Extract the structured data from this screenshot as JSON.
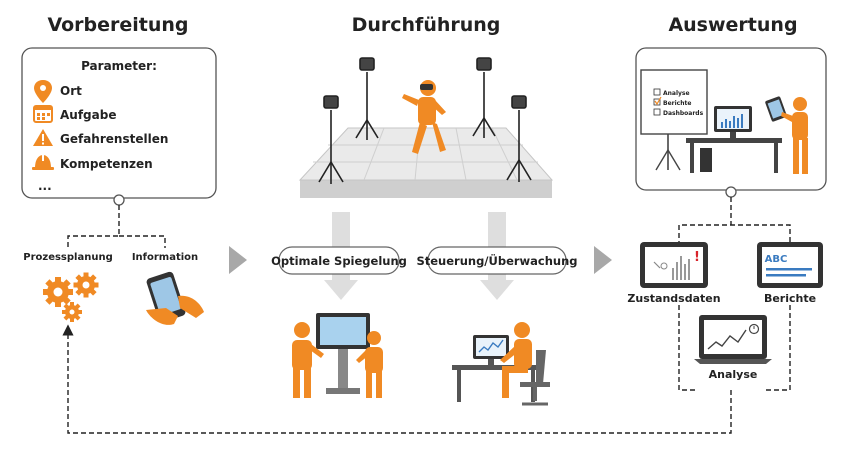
{
  "colors": {
    "accent": "#f08a24",
    "ink": "#222222",
    "arrow_gray": "#a8a8a8",
    "arrow_light": "#dedede"
  },
  "headings": {
    "preparation": "Vorbereitung",
    "execution": "Durchführung",
    "evaluation": "Auswertung"
  },
  "parameters": {
    "title": "Parameter:",
    "items": [
      {
        "label": "Ort",
        "icon": "location-pin-icon"
      },
      {
        "label": "Aufgabe",
        "icon": "calendar-icon"
      },
      {
        "label": "Gefahrenstellen",
        "icon": "warning-icon"
      },
      {
        "label": "Kompetenzen",
        "icon": "hard-hat-icon"
      }
    ],
    "more": "..."
  },
  "preparation": {
    "process_planning": "Prozessplanung",
    "information": "Information"
  },
  "execution": {
    "optimal_mirroring": "Optimale Spiegelung",
    "control_monitoring": "Steuerung/Überwachung"
  },
  "evaluation": {
    "board_items": [
      "Analyse",
      "Berichte",
      "Dashboards"
    ],
    "condition_data": "Zustandsdaten",
    "reports": "Berichte",
    "reports_icon_text": "ABC",
    "analysis": "Analyse",
    "alert_mark": "!"
  }
}
